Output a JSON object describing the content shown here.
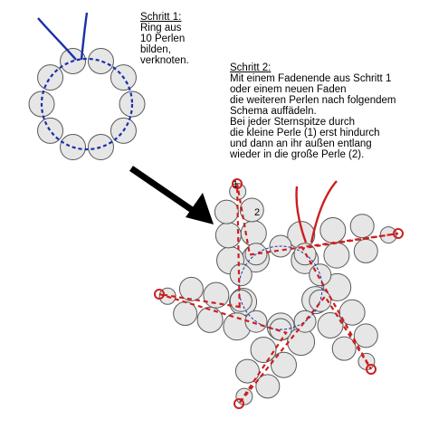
{
  "step1": {
    "heading": "Schritt 1:",
    "lines": [
      "Ring aus",
      "10 Perlen",
      "bilden,",
      "verknoten."
    ]
  },
  "step2": {
    "heading": "Schritt 2:",
    "lines": [
      "Mit einem Fadenende aus Schritt 1",
      "oder einem neuen Faden",
      "die weiteren Perlen nach folgendem",
      "Schema auffädeln.",
      "Bei jeder Sternspitze durch",
      "die kleine Perle (1) erst hindurch",
      "und dann an ihr außen entlang",
      "wieder in die große Perle (2)."
    ]
  },
  "labels": {
    "small_bead": "1",
    "large_bead": "2"
  },
  "colors": {
    "bead_fill": "#e6e6e6",
    "bead_stroke": "#5a5a5a",
    "thread_blue": "#1a2fa8",
    "thread_red": "#cc1f1f",
    "arrow": "#000000"
  }
}
